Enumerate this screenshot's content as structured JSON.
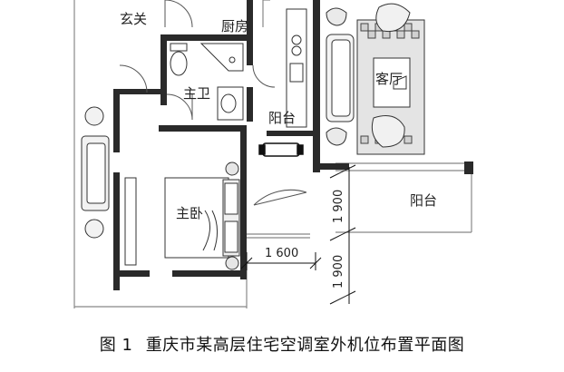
{
  "rooms": {
    "entrance": "玄关",
    "kitchen": "厨房",
    "master_bath": "主卫",
    "living_room": "客厅",
    "balcony_small": "阳台",
    "balcony_large": "阳台",
    "master_bedroom": "主卧"
  },
  "dimensions": {
    "vertical_upper": "1 900",
    "vertical_lower": "1 900",
    "horizontal": "1 600"
  },
  "caption": {
    "figure_no": "图 1",
    "title": "重庆市某高层住宅空调室外机位布置平面图"
  }
}
